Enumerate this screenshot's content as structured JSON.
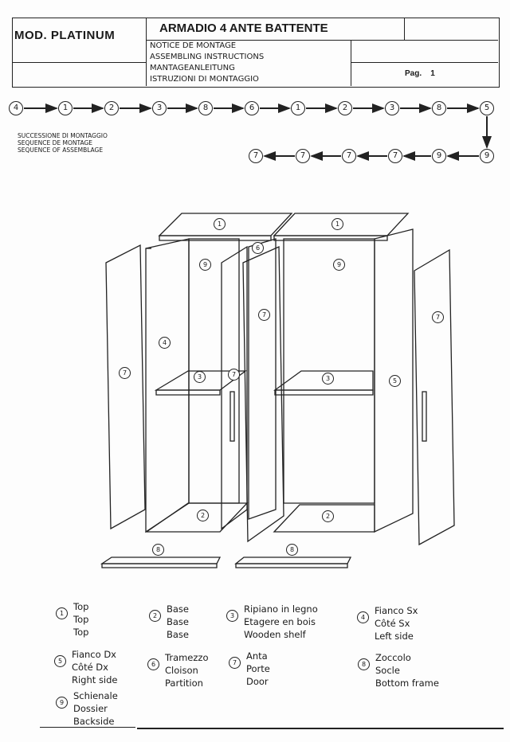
{
  "header": {
    "model": "MOD. PLATINUM",
    "title": "ARMADIO 4 ANTE BATTENTE",
    "subtitles": [
      "NOTICE DE MONTAGE",
      "ASSEMBLING INSTRUCTIONS",
      "MANTAGEANLEITUNG",
      "ISTRUZIONI DI MONTAGGIO"
    ],
    "page_label": "Pag.",
    "page_number": "1"
  },
  "sequence": {
    "labels": [
      "SUCCESSIONE DI MONTAGGIO",
      "SEQUENCE DE MONTAGE",
      "SEQUENCE OF ASSEMBLAGE"
    ],
    "row1": [
      "4",
      "1",
      "2",
      "3",
      "8",
      "6",
      "1",
      "2",
      "3",
      "8",
      "5"
    ],
    "row2": [
      "7",
      "7",
      "7",
      "7",
      "9",
      "9"
    ]
  },
  "diagram_labels": [
    "1",
    "1",
    "9",
    "9",
    "6",
    "4",
    "7",
    "7",
    "7",
    "3",
    "3",
    "7",
    "5",
    "2",
    "2",
    "8",
    "8"
  ],
  "legend": [
    {
      "num": "1",
      "lines": [
        "Top",
        "Top",
        "Top"
      ]
    },
    {
      "num": "2",
      "lines": [
        "Base",
        "Base",
        "Base"
      ]
    },
    {
      "num": "3",
      "lines": [
        "Ripiano in legno",
        "Etagere en bois",
        "Wooden shelf"
      ]
    },
    {
      "num": "4",
      "lines": [
        "Fianco Sx",
        "Côté Sx",
        "Left side"
      ]
    },
    {
      "num": "5",
      "lines": [
        "Fianco Dx",
        "Côté Dx",
        "Right side"
      ]
    },
    {
      "num": "6",
      "lines": [
        "Tramezzo",
        "Cloison",
        "Partition"
      ]
    },
    {
      "num": "7",
      "lines": [
        "Anta",
        "Porte",
        "Door"
      ]
    },
    {
      "num": "8",
      "lines": [
        "Zoccolo",
        "Socle",
        "Bottom frame"
      ]
    },
    {
      "num": "9",
      "lines": [
        "Schienale",
        "Dossier",
        "Backside"
      ]
    }
  ]
}
